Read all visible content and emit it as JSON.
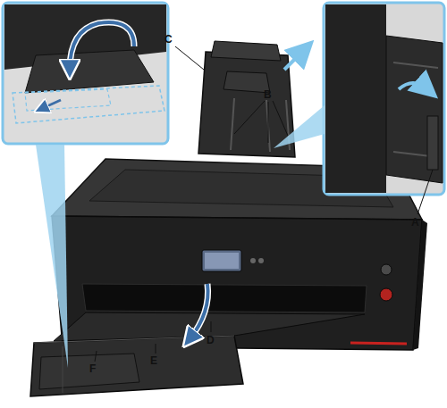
{
  "diagram": {
    "labels": [
      "C",
      "B",
      "A",
      "D",
      "E",
      "F"
    ]
  }
}
